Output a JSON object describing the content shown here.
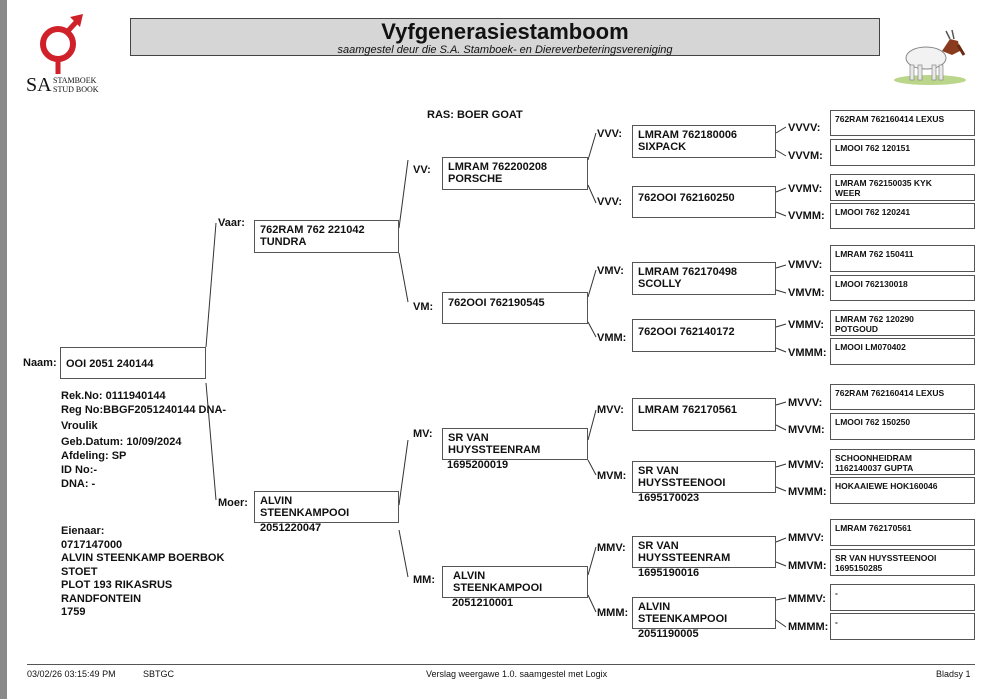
{
  "header": {
    "title": "Vyfgenerasiestamboom",
    "subtitle": "saamgestel deur die S.A. Stamboek- en Diereverbeteringsvereniging",
    "logo_sa": "SA",
    "logo_line1": "STAMBOEK",
    "logo_line2": "STUD BOOK"
  },
  "breed": "RAS: BOER GOAT",
  "animal": {
    "naam_label": "Naam:",
    "name": "OOI 2051 240144",
    "rek_no": "Rek.No: 0111940144",
    "reg_no": "Reg No:BBGF2051240144 DNA-",
    "reg_no_2": "Vroulik",
    "geb_datum": "Geb.Datum: 10/09/2024",
    "afdeling": "Afdeling: SP",
    "id_no": "ID No:-",
    "dna": "DNA: -",
    "eienaar_label": "Eienaar:",
    "owner_lines": [
      "0717147000",
      "ALVIN STEENKAMP BOERBOK",
      "STOET",
      "PLOT 193 RIKASRUS",
      "RANDFONTEIN",
      "1759"
    ]
  },
  "gen1": {
    "vaar": {
      "label": "Vaar:",
      "line1": "762RAM 762 221042",
      "line2": "TUNDRA"
    },
    "moer": {
      "label": "Moer:",
      "line1": "ALVIN",
      "line2": "STEENKAMPOOI",
      "num": "2051220047"
    }
  },
  "gen2": {
    "vv": {
      "label": "VV:",
      "line1": "LMRAM 762200208",
      "line2": "PORSCHE"
    },
    "vm": {
      "label": "VM:",
      "line1": "762OOI 762190545"
    },
    "mv": {
      "label": "MV:",
      "line1": "SR VAN",
      "line2": "HUYSSTEENRAM",
      "num": "1695200019"
    },
    "mm": {
      "label": "MM:",
      "line1": "ALVIN",
      "line2": "STEENKAMPOOI",
      "num": "2051210001"
    }
  },
  "gen3": {
    "vvv": {
      "label": "VVV:",
      "line1": "LMRAM 762180006",
      "line2": "SIXPACK"
    },
    "vvm": {
      "label": "VVV:",
      "line1": "762OOI 762160250"
    },
    "vmv": {
      "label": "VMV:",
      "line1": "LMRAM 762170498",
      "line2": "SCOLLY"
    },
    "vmm": {
      "label": "VMM:",
      "line1": "762OOI 762140172"
    },
    "mvv": {
      "label": "MVV:",
      "line1": "LMRAM 762170561"
    },
    "mvm": {
      "label": "MVM:",
      "line1": "SR VAN",
      "line2": "HUYSSTEENOOI",
      "num": "1695170023"
    },
    "mmv": {
      "label": "MMV:",
      "line1": "SR VAN",
      "line2": "HUYSSTEENRAM",
      "num": "1695190016"
    },
    "mmm": {
      "label": "MMM:",
      "line1": "ALVIN",
      "line2": "STEENKAMPOOI",
      "num": "2051190005"
    }
  },
  "gen4": [
    {
      "label": "VVVV:",
      "line1": "762RAM 762160414 LEXUS",
      "line2": ""
    },
    {
      "label": "VVVM:",
      "line1": "LMOOI 762 120151",
      "line2": ""
    },
    {
      "label": "VVMV:",
      "line1": "LMRAM 762150035 KYK",
      "line2": "WEER"
    },
    {
      "label": "VVMM:",
      "line1": "LMOOI 762 120241",
      "line2": ""
    },
    {
      "label": "VMVV:",
      "line1": "LMRAM 762 150411",
      "line2": ""
    },
    {
      "label": "VMVM:",
      "line1": "LMOOI 762130018",
      "line2": ""
    },
    {
      "label": "VMMV:",
      "line1": "LMRAM 762 120290",
      "line2": "POTGOUD"
    },
    {
      "label": "VMMM:",
      "line1": "LMOOI LM070402",
      "line2": ""
    },
    {
      "label": "MVVV:",
      "line1": "762RAM 762160414 LEXUS",
      "line2": ""
    },
    {
      "label": "MVVM:",
      "line1": "LMOOI 762 150250",
      "line2": ""
    },
    {
      "label": "MVMV:",
      "line1": "SCHOONHEIDRAM",
      "line2": "1162140037 GUPTA"
    },
    {
      "label": "MVMM:",
      "line1": "HOKAAIEWE HOK160046",
      "line2": ""
    },
    {
      "label": "MMVV:",
      "line1": "LMRAM 762170561",
      "line2": ""
    },
    {
      "label": "MMVM:",
      "line1": "SR VAN HUYSSTEENOOI",
      "line2": "1695150285"
    },
    {
      "label": "MMMV:",
      "line1": "-",
      "line2": ""
    },
    {
      "label": "MMMM:",
      "line1": "-",
      "line2": ""
    }
  ],
  "footer": {
    "datetime": "03/02/26 03:15:49 PM",
    "code": "SBTGC",
    "report": "Verslag weergawe 1.0. saamgestel met Logix",
    "page": "Bladsy 1"
  },
  "colors": {
    "title_bg": "#d6d6d6",
    "logo_red": "#d0202a",
    "border": "#555555"
  }
}
